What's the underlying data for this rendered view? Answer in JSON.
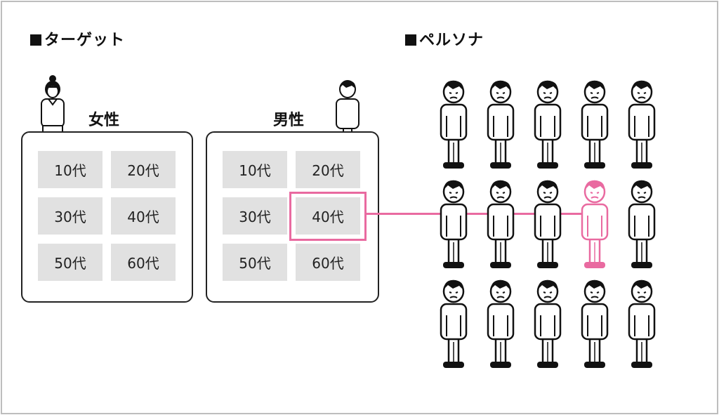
{
  "headings": {
    "target": "ターゲット",
    "persona": "ペルソナ"
  },
  "groups": [
    {
      "label": "女性",
      "cells": [
        "10代",
        "20代",
        "30代",
        "40代",
        "50代",
        "60代"
      ]
    },
    {
      "label": "男性",
      "cells": [
        "10代",
        "20代",
        "30代",
        "40代",
        "50代",
        "60代"
      ]
    }
  ],
  "selected": {
    "group": "男性",
    "cell": "40代"
  },
  "persona_grid": {
    "rows": 3,
    "cols": 5,
    "highlighted": {
      "row": 2,
      "col": 4
    }
  },
  "colors": {
    "accent": "#e96aa0",
    "cell_bg": "#e1e1e1",
    "ink": "#111111",
    "frame": "#bdbdbd"
  },
  "icons": [
    "woman-figure-icon",
    "man-figure-icon",
    "persona-man-icon"
  ]
}
